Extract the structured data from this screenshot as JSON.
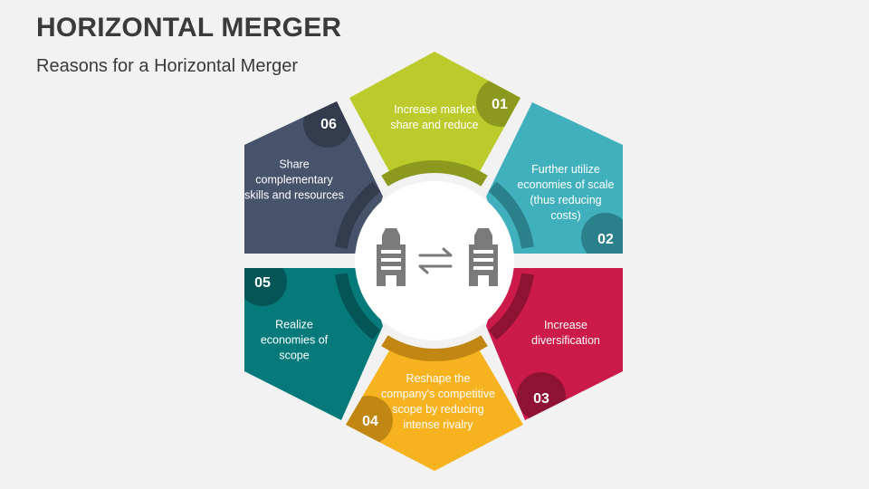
{
  "title": "HORIZONTAL MERGER",
  "subtitle": "Reasons for a Horizontal Merger",
  "segments": [
    {
      "number": "01",
      "lines": [
        "Increase market",
        "share and reduce"
      ],
      "color": "#bccb2b",
      "dark": "#8b9a1e"
    },
    {
      "number": "02",
      "lines": [
        "Further utilize",
        "economies of scale",
        "(thus reducing",
        "costs)"
      ],
      "color": "#41b0bd",
      "dark": "#2a818b"
    },
    {
      "number": "03",
      "lines": [
        "Increase",
        "diversification"
      ],
      "color": "#cc1a4a",
      "dark": "#8e1234"
    },
    {
      "number": "04",
      "lines": [
        "Reshape the",
        "company's competitive",
        "scope by reducing",
        "intense rivalry"
      ],
      "color": "#f6b21f",
      "dark": "#c18712"
    },
    {
      "number": "05",
      "lines": [
        "Realize",
        "economies of",
        "scope"
      ],
      "color": "#067a7a",
      "dark": "#045555"
    },
    {
      "number": "06",
      "lines": [
        "Share",
        "complementary",
        "skills and resources"
      ],
      "color": "#46536a",
      "dark": "#323c4d"
    }
  ],
  "center": {
    "left_icon": "building-icon",
    "middle_icon": "exchange-arrows-icon",
    "right_icon": "building-icon",
    "icon_color": "#7a7a7a"
  }
}
